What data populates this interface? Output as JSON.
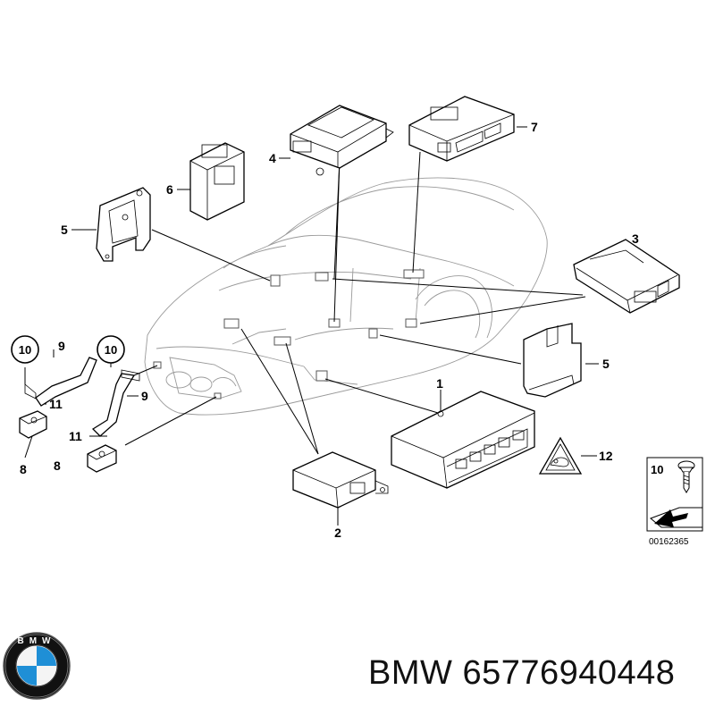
{
  "callouts": {
    "c1": "1",
    "c2": "2",
    "c3": "3",
    "c4": "4",
    "c5a": "5",
    "c5b": "5",
    "c6": "6",
    "c7": "7",
    "c8a": "8",
    "c8b": "8",
    "c9a": "9",
    "c9b": "9",
    "c10a": "10",
    "c10b": "10",
    "c11a": "11",
    "c11b": "11",
    "c12": "12"
  },
  "legend": {
    "item_number": "10",
    "diagram_code": "00162365"
  },
  "brand": {
    "name": "BMW",
    "part_number": "65776940448",
    "logo_letters": "BMW"
  },
  "colors": {
    "logo_blue": "#1f8fd6",
    "logo_ring": "#1a1a1a",
    "car_outline": "#9a9a9a"
  }
}
